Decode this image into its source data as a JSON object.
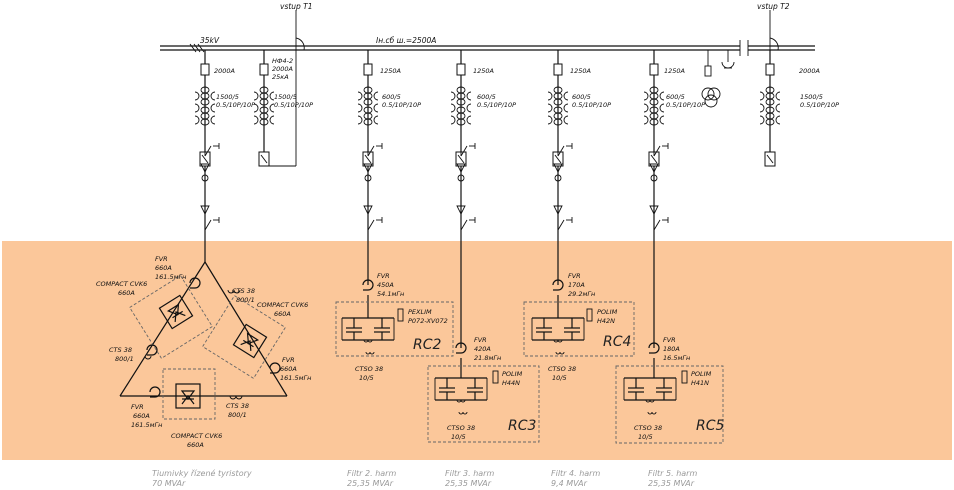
{
  "colors": {
    "zone": "#fbc79a",
    "line": "#111111",
    "caption": "#9a9a9a"
  },
  "busbar": {
    "voltage": "35kV",
    "rating": "Iн.сб ш.=2500A"
  },
  "inputs": {
    "t1": "vstup T1",
    "t2": "vstup T2"
  },
  "feeders": {
    "f1": {
      "breaker": "2000A",
      "ct": "1500/5",
      "ct_class": "0.5/10P/10P"
    },
    "f2": {
      "label": "НФ4-2",
      "rating": "2000A",
      "ka": "25кА",
      "ct": "1500/5",
      "ct_class": "0.5/10P/10P"
    },
    "f3": {
      "breaker": "1250A",
      "ct": "600/5",
      "ct_class": "0.5/10P/10P"
    },
    "f4": {
      "breaker": "1250A",
      "ct": "600/5",
      "ct_class": "0.5/10P/10P"
    },
    "f5": {
      "breaker": "1250A",
      "ct": "600/5",
      "ct_class": "0.5/10P/10P"
    },
    "f6": {
      "breaker": "1250A",
      "ct": "600/5",
      "ct_class": "0.5/10P/10P"
    },
    "f7": {
      "breaker": "2000A",
      "ct": "1500/5",
      "ct_class": "0.5/10P/10P"
    }
  },
  "tcr": {
    "fvr_name": "FVR",
    "fvr_current": "660A",
    "fvr_ind": "161.5мГн",
    "cts_name": "CTS 38",
    "cts_ratio": "800/1",
    "compact_name": "COMPACT CVK6",
    "compact_current": "660A"
  },
  "rc2": {
    "id": "RC2",
    "fvr": "FVR",
    "fvr_current": "450A",
    "fvr_ind": "54.1мГн",
    "res": "PEXLIM",
    "res_type": "P072-XV072",
    "ct": "CTSO 38",
    "ct_ratio": "10/5"
  },
  "rc3": {
    "id": "RC3",
    "fvr": "FVR",
    "fvr_current": "420A",
    "fvr_ind": "21.8мГн",
    "res": "POLIM",
    "res_type": "H44N",
    "ct": "CTSO 38",
    "ct_ratio": "10/5"
  },
  "rc4": {
    "id": "RC4",
    "fvr": "FVR",
    "fvr_current": "170A",
    "fvr_ind": "29.2мГн",
    "res": "POLIM",
    "res_type": "H42N",
    "ct": "CTSO 38",
    "ct_ratio": "10/5"
  },
  "rc5": {
    "id": "RC5",
    "fvr": "FVR",
    "fvr_current": "180A",
    "fvr_ind": "16.5мГн",
    "res": "POLIM",
    "res_type": "H41N",
    "ct": "CTSO 38",
    "ct_ratio": "10/5"
  },
  "captions": [
    {
      "line1": "Tiumivky řízené tyristory",
      "line2": "70 MVAr"
    },
    {
      "line1": "Filtr 2. harm",
      "line2": "25,35 MVAr"
    },
    {
      "line1": "Filtr 3. harm",
      "line2": "25,35 MVAr"
    },
    {
      "line1": "Filtr 4. harm",
      "line2": "9,4 MVAr"
    },
    {
      "line1": "Filtr 5. harm",
      "line2": "25,35 MVAr"
    }
  ]
}
